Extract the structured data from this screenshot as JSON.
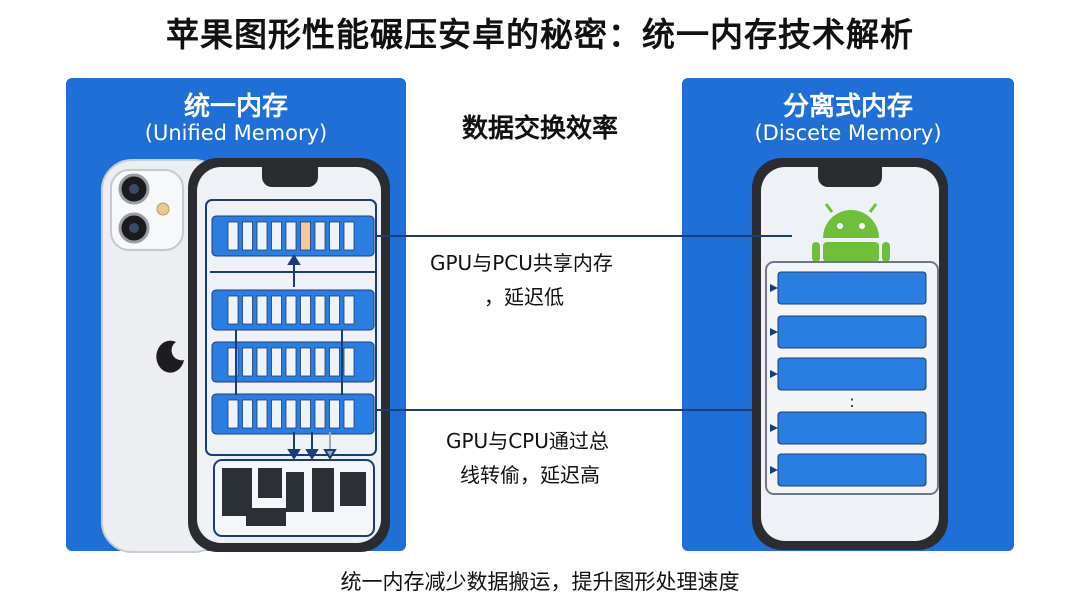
{
  "title": "苹果图形性能碾压安卓的秘密：统一内存技术解析",
  "left_panel": {
    "title": "统一内存",
    "subtitle": "(Unified Memory)",
    "device": "iphone"
  },
  "right_panel": {
    "title": "分离式内存",
    "subtitle": "(Discete Memory)",
    "device": "android",
    "ellipsis": ":"
  },
  "center": {
    "heading": "数据交换效率",
    "unified_desc_line1": "GPU与PCU共享内存",
    "unified_desc_line2": "，延迟低",
    "discrete_desc_line1": "GPU与CPU通过总",
    "discrete_desc_line2": "线转偷，延迟高"
  },
  "caption": "统一内存减少数据搬运，提升图形处理速度",
  "colors": {
    "panel_blue": "#1f6fd6",
    "module_blue": "#2a7de1",
    "android_green": "#6fbf3a",
    "highlight": "#f5c89a",
    "connector": "#1a3d7a"
  }
}
